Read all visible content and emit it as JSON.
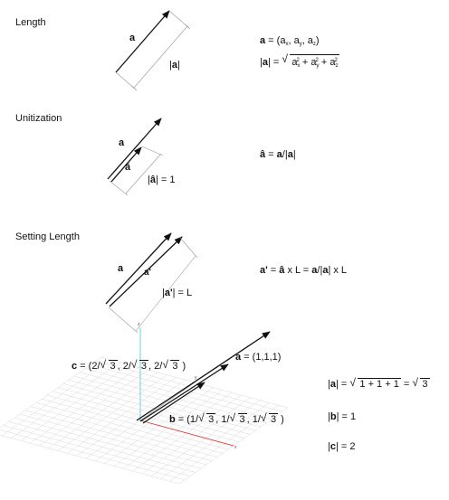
{
  "sections": {
    "length": {
      "heading": "Length"
    },
    "unitization": {
      "heading": "Unitization"
    },
    "setting_length": {
      "heading": "Setting Length"
    }
  },
  "labels": {
    "a": "a",
    "a_hat": "â",
    "a_prime": "a'",
    "abs_a": "|a|",
    "abs_a_hat_eq": "|â| = 1",
    "abs_a_prime_eq": "|a'| = L"
  },
  "formulas": {
    "a_components": [
      "a",
      " = (a",
      "x",
      ", a",
      "y",
      ", a",
      "z",
      ")"
    ],
    "abs_a_lhs": "|a| =",
    "abs_a_rad": [
      "a",
      "x",
      "2",
      " + a",
      "y",
      "2",
      " + a",
      "z",
      "2"
    ],
    "a_hat_eq": [
      "â",
      " = ",
      "a",
      "/|",
      "a",
      "|"
    ],
    "a_prime_eq": [
      "a'",
      " = ",
      "â",
      " x L = ",
      "a",
      "/|",
      "a",
      "| x L"
    ],
    "c_eq": {
      "name": "c",
      "text": " = (2/",
      "r1": "3",
      "sep1": ", 2/",
      "r2": "3",
      "sep2": ", 2/",
      "r3": "3",
      "end": " )"
    },
    "b_eq": {
      "name": "b",
      "text": " = (1/",
      "r1": "3",
      "sep1": ", 1/",
      "r2": "3",
      "sep2": ", 1/",
      "r3": "3",
      "end": " )"
    },
    "a_eq": {
      "name": "a",
      "text": " = (1,1,1)"
    },
    "abs_a_final": {
      "name": "|a|",
      "eq": " = ",
      "rad": "1 + 1 + 1",
      "eq2": " = ",
      "rad2": "3"
    },
    "abs_b": {
      "name": "|b|",
      "text": " = 1"
    },
    "abs_c": {
      "name": "|c|",
      "text": " = 2"
    }
  },
  "axes": {
    "x": "x",
    "y": "y",
    "z": "z"
  },
  "colors": {
    "line": "#111111",
    "dim": "#888888",
    "grid": "#d9d9d9",
    "x_axis": "#e03030",
    "z_axis": "#4fc3d9"
  }
}
